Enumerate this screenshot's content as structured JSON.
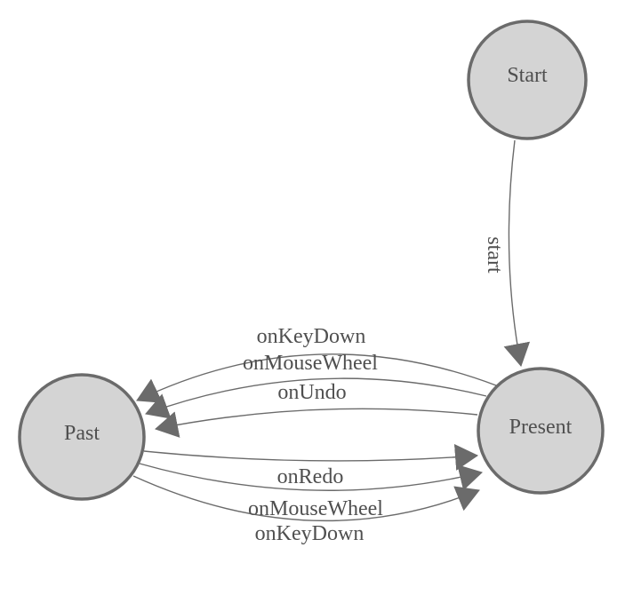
{
  "diagram": {
    "type": "state-machine",
    "nodes": [
      {
        "id": "start",
        "label": "Start"
      },
      {
        "id": "present",
        "label": "Present"
      },
      {
        "id": "past",
        "label": "Past"
      }
    ],
    "edges": [
      {
        "from": "Start",
        "to": "Present",
        "label": "start"
      },
      {
        "from": "Present",
        "to": "Past",
        "label": "onKeyDown"
      },
      {
        "from": "Present",
        "to": "Past",
        "label": "onMouseWheel"
      },
      {
        "from": "Present",
        "to": "Past",
        "label": "onUndo"
      },
      {
        "from": "Past",
        "to": "Present",
        "label": "onRedo"
      },
      {
        "from": "Past",
        "to": "Present",
        "label": "onMouseWheel"
      },
      {
        "from": "Past",
        "to": "Present",
        "label": "onKeyDown"
      }
    ],
    "colors": {
      "background": "#ffffff",
      "node_fill": "#d4d4d4",
      "node_stroke": "#6b6b6b",
      "edge": "#6b6b6b",
      "arrow": "#6b6b6b",
      "text": "#4f4f4f"
    }
  }
}
